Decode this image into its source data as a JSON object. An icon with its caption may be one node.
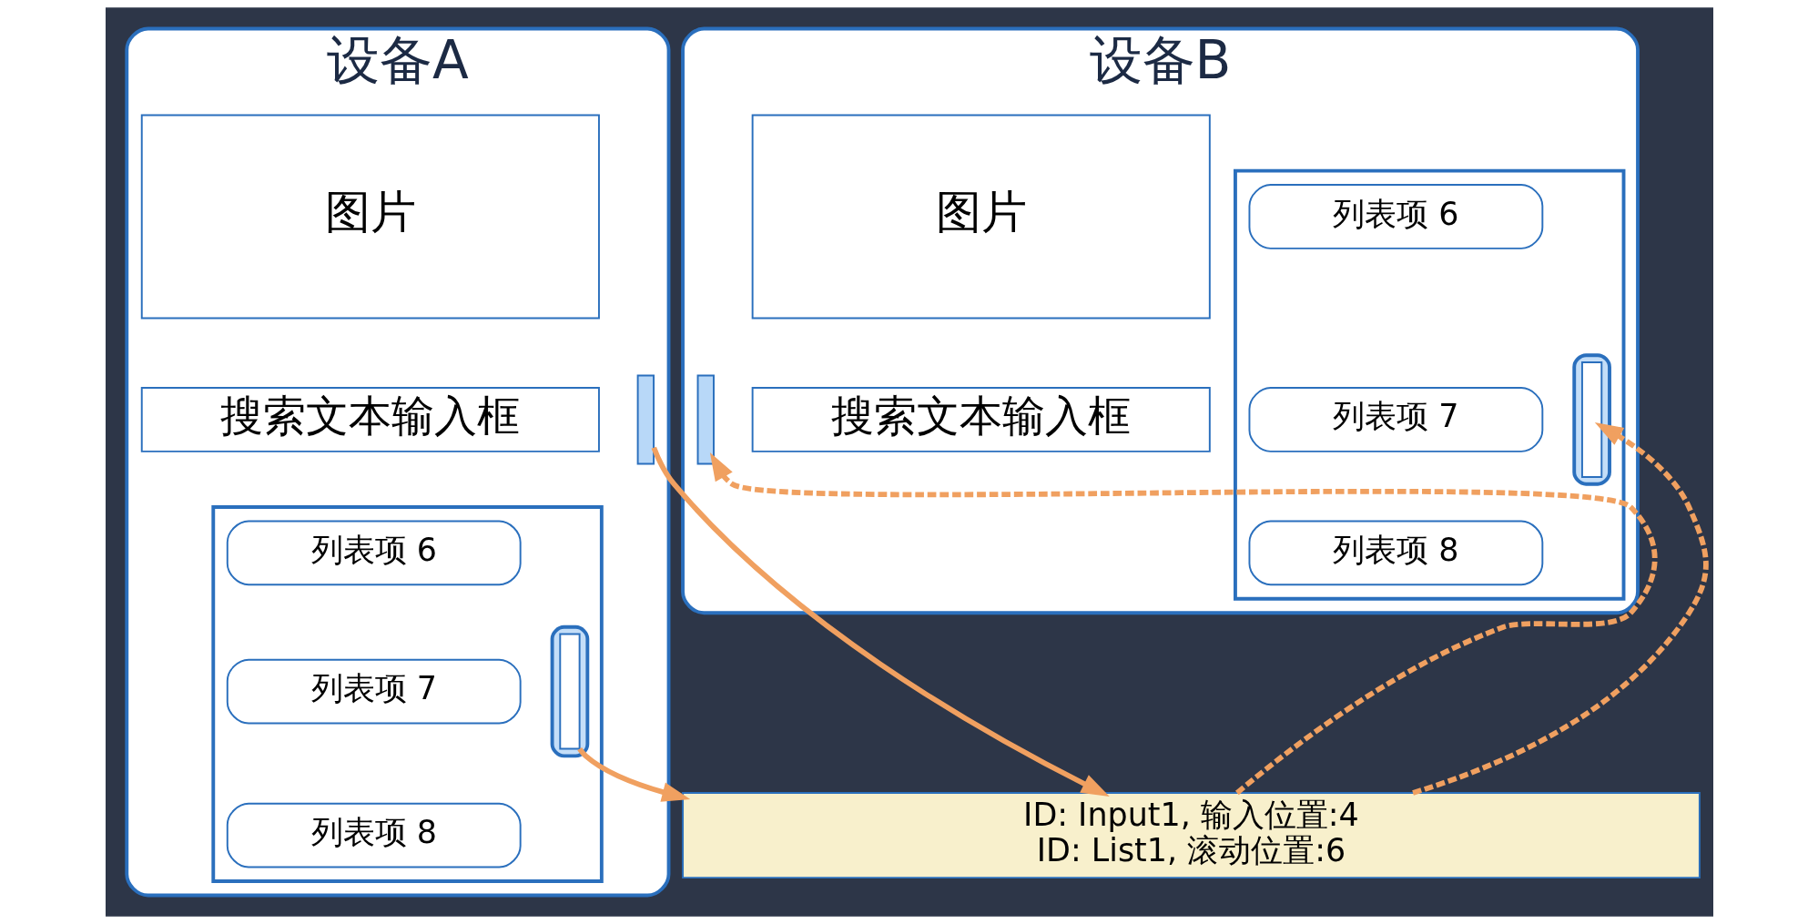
{
  "diagram": {
    "nodes": [
      {
        "text": [
          "设备A"
        ]
      },
      {
        "text": [
          "图片"
        ],
        "in": 0
      },
      {
        "text": [
          "搜索文本输入框"
        ],
        "in": 0
      },
      {
        "text": [],
        "shape": "bar",
        "in": 0
      },
      {
        "text": [],
        "shape": "box",
        "in": 0
      },
      {
        "text": [
          "列表项 6"
        ],
        "in": 4
      },
      {
        "text": [
          "列表项 7"
        ],
        "in": 4
      },
      {
        "text": [
          "列表项 8"
        ],
        "in": 4
      },
      {
        "text": [],
        "shape": "bar",
        "in": 4
      },
      {
        "text": [],
        "shape": "box",
        "in": 8
      },
      {
        "text": [
          "设备B"
        ]
      },
      {
        "text": [
          "图片"
        ],
        "in": 10
      },
      {
        "text": [
          "搜索文本输入框"
        ],
        "in": 10
      },
      {
        "text": [],
        "shape": "bar",
        "in": 10
      },
      {
        "text": [],
        "shape": "box",
        "in": 10
      },
      {
        "text": [
          "列表项 6"
        ],
        "in": 14
      },
      {
        "text": [
          "列表项 7"
        ],
        "in": 14
      },
      {
        "text": [
          "列表项 8"
        ],
        "in": 14
      },
      {
        "text": [],
        "shape": "bar",
        "in": 14
      },
      {
        "text": [],
        "shape": "box",
        "in": 18
      },
      {
        "text": [
          "ID: Input1, 输入位置:4",
          "ID: List1, 滚动位置:6"
        ]
      }
    ],
    "edges": [
      {
        "from": 3,
        "to": 20,
        "arrow": "to"
      },
      {
        "from": 9,
        "to": 20,
        "arrow": "to"
      },
      {
        "from": 20,
        "to": 13,
        "arrow": "to",
        "style": "dashed"
      },
      {
        "from": 20,
        "to": 19,
        "arrow": "to",
        "style": "dashed"
      }
    ]
  }
}
